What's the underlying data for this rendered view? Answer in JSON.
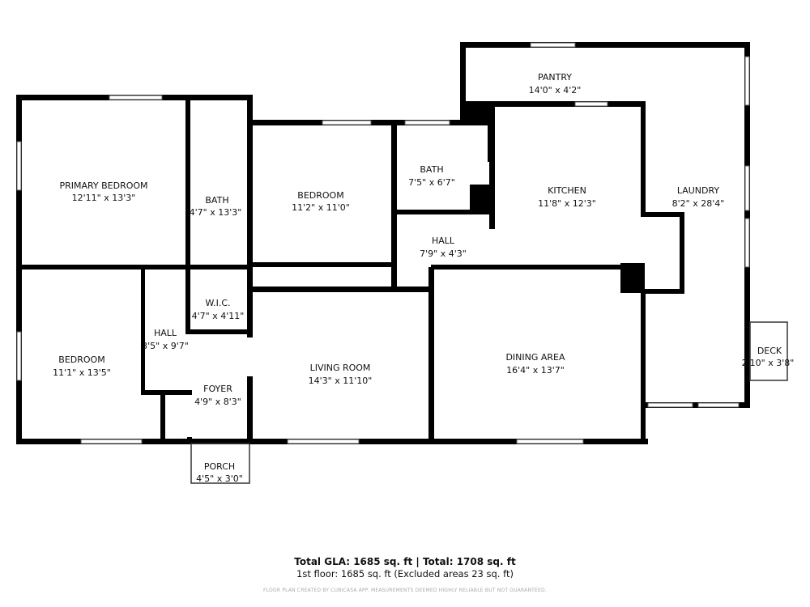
{
  "rooms": {
    "primary_bedroom": {
      "name": "PRIMARY BEDROOM",
      "dim": "12'11\" x 13'3\""
    },
    "bath1": {
      "name": "BATH",
      "dim": "4'7\" x 13'3\""
    },
    "bedroom2": {
      "name": "BEDROOM",
      "dim": "11'2\" x 11'0\""
    },
    "bath2": {
      "name": "BATH",
      "dim": "7'5\" x 6'7\""
    },
    "pantry": {
      "name": "PANTRY",
      "dim": "14'0\" x 4'2\""
    },
    "kitchen": {
      "name": "KITCHEN",
      "dim": "11'8\" x 12'3\""
    },
    "laundry": {
      "name": "LAUNDRY",
      "dim": "8'2\" x 28'4\""
    },
    "hall2": {
      "name": "HALL",
      "dim": "7'9\" x 4'3\""
    },
    "wic": {
      "name": "W.I.C.",
      "dim": "4'7\" x 4'11\""
    },
    "hall1": {
      "name": "HALL",
      "dim": "3'5\" x 9'7\""
    },
    "bedroom1": {
      "name": "BEDROOM",
      "dim": "11'1\" x 13'5\""
    },
    "foyer": {
      "name": "FOYER",
      "dim": "4'9\" x 8'3\""
    },
    "living": {
      "name": "LIVING ROOM",
      "dim": "14'3\" x 11'10\""
    },
    "dining": {
      "name": "DINING AREA",
      "dim": "16'4\" x 13'7\""
    },
    "deck": {
      "name": "DECK",
      "dim": "2'10\" x 3'8\""
    },
    "porch": {
      "name": "PORCH",
      "dim": "4'5\" x 3'0\""
    }
  },
  "footer": {
    "totals": "Total GLA: 1685 sq. ft | Total: 1708 sq. ft",
    "floor": "1st floor: 1685 sq. ft (Excluded areas 23 sq. ft)",
    "disclaimer": "FLOOR PLAN CREATED BY CUBICASA APP. MEASUREMENTS DEEMED HIGHLY RELIABLE BUT NOT GUARANTEED."
  }
}
